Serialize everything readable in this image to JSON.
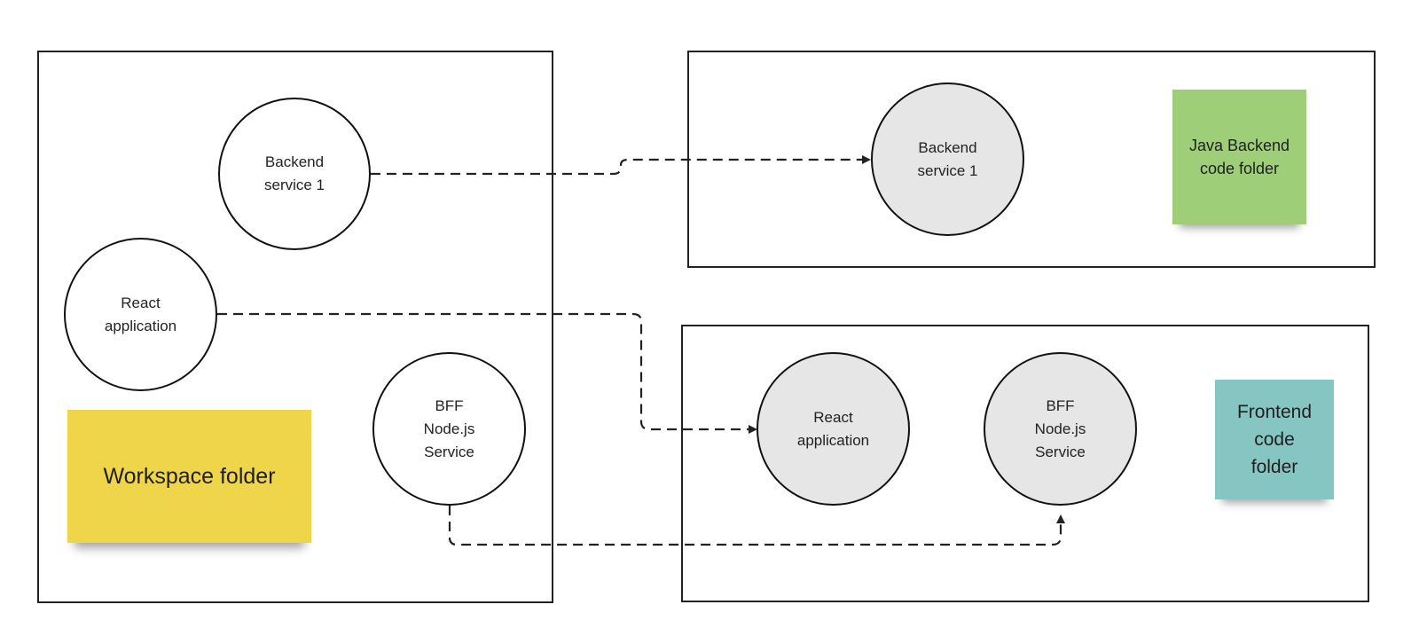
{
  "workspace": {
    "note_label": "Workspace folder",
    "nodes": {
      "backend": "Backend\nservice 1",
      "react": "React\napplication",
      "bff": "BFF\nNode.js\nService"
    }
  },
  "java_backend": {
    "note_label": "Java Backend\ncode folder",
    "nodes": {
      "backend": "Backend\nservice 1"
    }
  },
  "frontend": {
    "note_label": "Frontend\ncode\nfolder",
    "nodes": {
      "react": "React\napplication",
      "bff": "BFF\nNode.js\nService"
    }
  },
  "colors": {
    "note_yellow": "#eed54a",
    "note_green": "#9ecf78",
    "note_teal": "#86c6c2",
    "node_grey": "#e6e6e6",
    "stroke": "#222222"
  }
}
